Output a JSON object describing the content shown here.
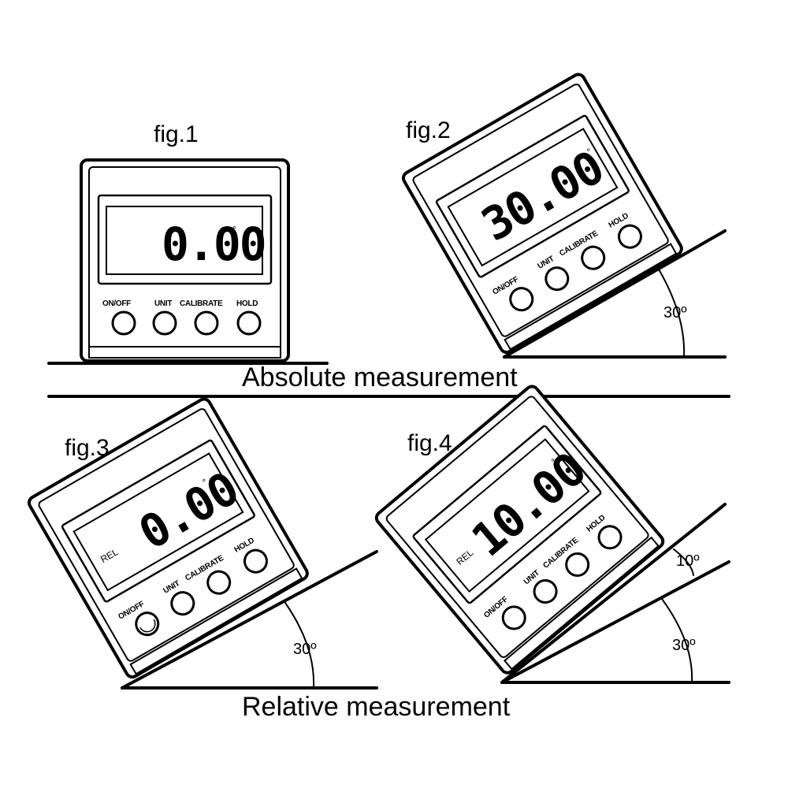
{
  "figures": {
    "fig1": {
      "label": "fig.1",
      "reading": "0.00",
      "degree_symbol": "°"
    },
    "fig2": {
      "label": "fig.2",
      "reading": "30.00",
      "degree_symbol": "°",
      "angle": "30º"
    },
    "fig3": {
      "label": "fig.3",
      "mode": "REL",
      "reading": "0.00",
      "degree_symbol": "°",
      "angle": "30º"
    },
    "fig4": {
      "label": "fig.4",
      "mode": "REL",
      "reading": "10.00",
      "degree_symbol": "°",
      "angle_outer": "30º",
      "angle_inner": "10º"
    }
  },
  "buttons": {
    "onoff": "ON/OFF",
    "unit": "UNIT",
    "calibrate": "CALIBRATE",
    "hold": "HOLD"
  },
  "captions": {
    "absolute": "Absolute measurement",
    "relative": "Relative measurement"
  }
}
